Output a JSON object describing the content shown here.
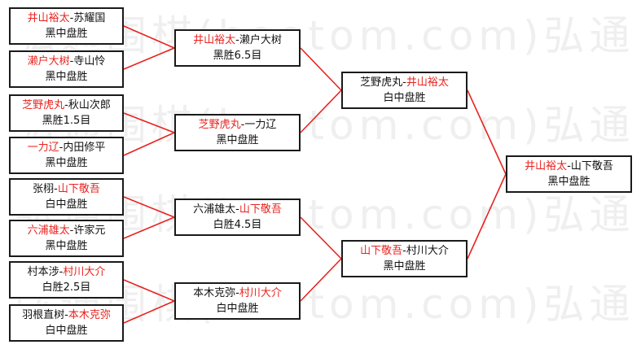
{
  "watermark": {
    "lines": [
      "弘通围棋(hootom.com)弘通",
      "弘通围棋(hootom.com)弘通",
      "弘通围棋(hootom.com)弘通",
      "弘通围棋(hootom.com)弘通"
    ]
  },
  "colors": {
    "winner": "#e8231f",
    "wire": "#e8231f",
    "text": "#111111",
    "border": "#1a1a1a"
  },
  "bracket": {
    "round1": [
      {
        "a": "井山裕太",
        "b": "苏耀国",
        "winner": "a",
        "result": "黑中盘胜"
      },
      {
        "a": "濑户大树",
        "b": "寺山怜",
        "winner": "a",
        "result": "黑中盘胜"
      },
      {
        "a": "芝野虎丸",
        "b": "秋山次郎",
        "winner": "a",
        "result": "黑胜1.5目"
      },
      {
        "a": "一力辽",
        "b": "内田修平",
        "winner": "a",
        "result": "黑中盘胜"
      },
      {
        "a": "张栩",
        "b": "山下敬吾",
        "winner": "b",
        "result": "白中盘胜"
      },
      {
        "a": "六浦雄太",
        "b": "许家元",
        "winner": "a",
        "result": "黑中盘胜"
      },
      {
        "a": "村本涉",
        "b": "村川大介",
        "winner": "b",
        "result": "白胜2.5目"
      },
      {
        "a": "羽根直树",
        "b": "本木克弥",
        "winner": "b",
        "result": "白中盘胜"
      }
    ],
    "round2": [
      {
        "a": "井山裕太",
        "b": "濑户大树",
        "winner": "a",
        "result": "黑胜6.5目"
      },
      {
        "a": "芝野虎丸",
        "b": "一力辽",
        "winner": "a",
        "result": "黑中盘胜"
      },
      {
        "a": "六浦雄太",
        "b": "山下敬吾",
        "winner": "b",
        "result": "白胜4.5目"
      },
      {
        "a": "本木克弥",
        "b": "村川大介",
        "winner": "b",
        "result": "白中盘胜"
      }
    ],
    "semis": [
      {
        "a": "芝野虎丸",
        "b": "井山裕太",
        "winner": "b",
        "result": "白中盘胜"
      },
      {
        "a": "山下敬吾",
        "b": "村川大介",
        "winner": "a",
        "result": "黑中盘胜"
      }
    ],
    "final": [
      {
        "a": "井山裕太",
        "b": "山下敬吾",
        "winner": "a",
        "result": "黑中盘胜"
      }
    ]
  }
}
